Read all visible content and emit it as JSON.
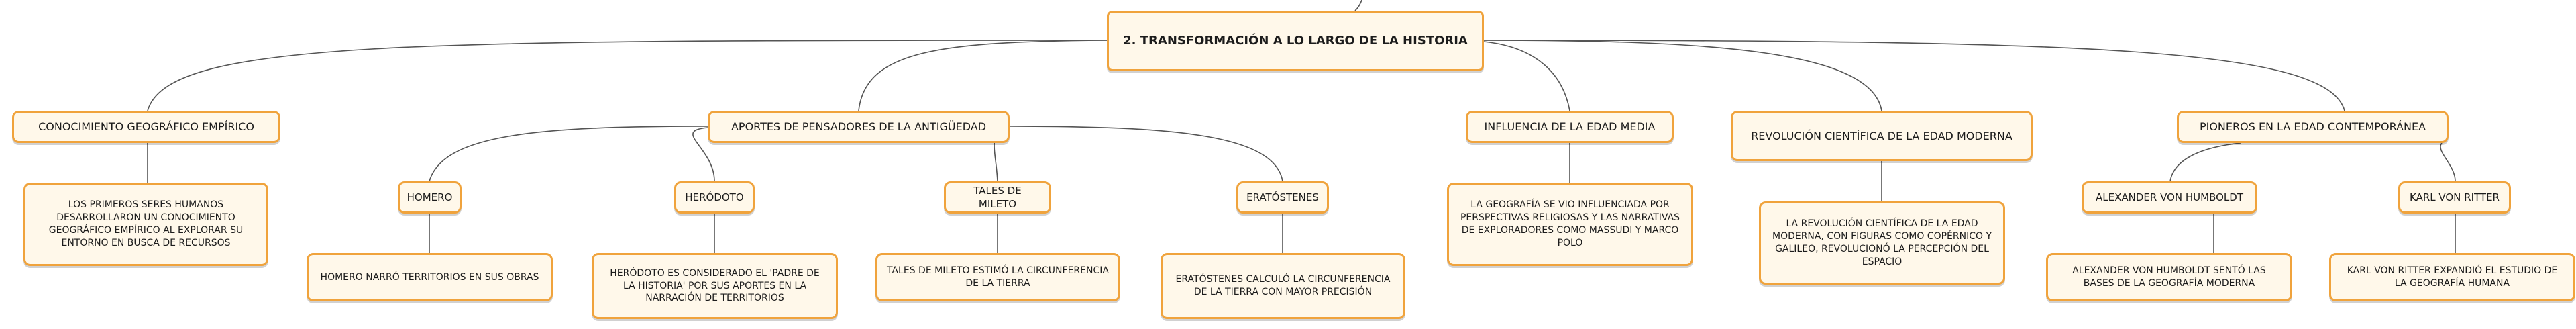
{
  "root": {
    "label": "2. TRANSFORMACIÓN A LO LARGO DE LA HISTORIA"
  },
  "topics": {
    "empirico": {
      "label": "CONOCIMIENTO GEOGRÁFICO EMPÍRICO",
      "detail": "LOS PRIMEROS SERES HUMANOS DESARROLLARON UN CONOCIMIENTO GEOGRÁFICO EMPÍRICO AL EXPLORAR SU ENTORNO EN BUSCA DE RECURSOS"
    },
    "antiguedad": {
      "label": "APORTES DE PENSADORES DE LA ANTIGÜEDAD",
      "homero": {
        "label": "HOMERO",
        "detail": "HOMERO NARRÓ TERRITORIOS EN SUS OBRAS"
      },
      "herodoto": {
        "label": "HERÓDOTO",
        "detail": "HERÓDOTO ES CONSIDERADO EL 'PADRE DE LA HISTORIA' POR SUS APORTES EN LA NARRACIÓN DE TERRITORIOS"
      },
      "tales": {
        "label": "TALES DE MILETO",
        "detail": "TALES DE MILETO ESTIMÓ LA CIRCUNFERENCIA DE LA TIERRA"
      },
      "eratostenes": {
        "label": "ERATÓSTENES",
        "detail": "ERATÓSTENES CALCULÓ LA CIRCUNFERENCIA DE LA TIERRA CON MAYOR PRECISIÓN"
      }
    },
    "edad_media": {
      "label": "INFLUENCIA DE LA EDAD MEDIA",
      "detail": "LA GEOGRAFÍA SE VIO INFLUENCIADA POR PERSPECTIVAS RELIGIOSAS Y LAS NARRATIVAS DE EXPLORADORES COMO MASSUDI Y MARCO POLO"
    },
    "edad_moderna": {
      "label": "REVOLUCIÓN CIENTÍFICA DE LA EDAD MODERNA",
      "detail": "LA REVOLUCIÓN CIENTÍFICA DE LA EDAD MODERNA, CON FIGURAS COMO COPÉRNICO Y GALILEO, REVOLUCIONÓ LA PERCEPCIÓN DEL ESPACIO"
    },
    "contemporanea": {
      "label": "PIONEROS EN LA EDAD CONTEMPORÁNEA",
      "humboldt": {
        "label": "ALEXANDER VON HUMBOLDT",
        "detail": "ALEXANDER VON HUMBOLDT SENTÓ LAS BASES DE LA GEOGRAFÍA MODERNA"
      },
      "ritter": {
        "label": "KARL VON RITTER",
        "detail": "KARL VON RITTER EXPANDIÓ EL ESTUDIO DE LA GEOGRAFÍA HUMANA"
      }
    }
  },
  "colors": {
    "border": "#f0a33c",
    "fill": "#fff8ea",
    "line": "#555555"
  }
}
